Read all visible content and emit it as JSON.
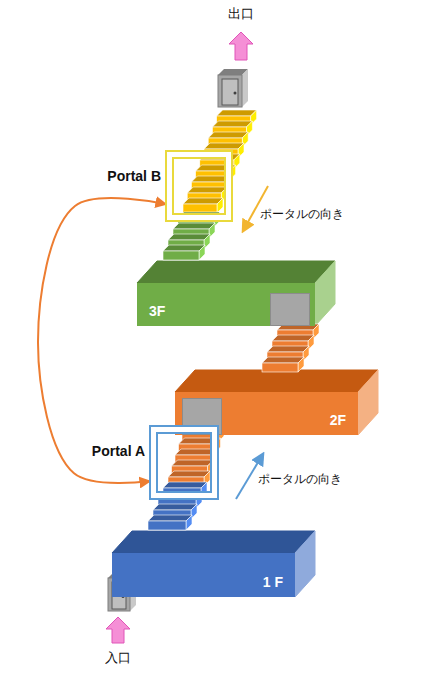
{
  "diagram": {
    "nodes": [
      {
        "text": [
          "Portal B"
        ]
      },
      {
        "text": [
          "3F"
        ]
      },
      {
        "text": [
          "2F"
        ]
      },
      {
        "text": [
          "Portal A"
        ]
      },
      {
        "text": [
          "1 F"
        ]
      }
    ],
    "edges": [
      {
        "from": 3,
        "to": 0,
        "arrow": "both"
      }
    ],
    "labels": [
      "出口",
      "ポータルの向き",
      "ポータルの向き",
      "入口"
    ]
  }
}
